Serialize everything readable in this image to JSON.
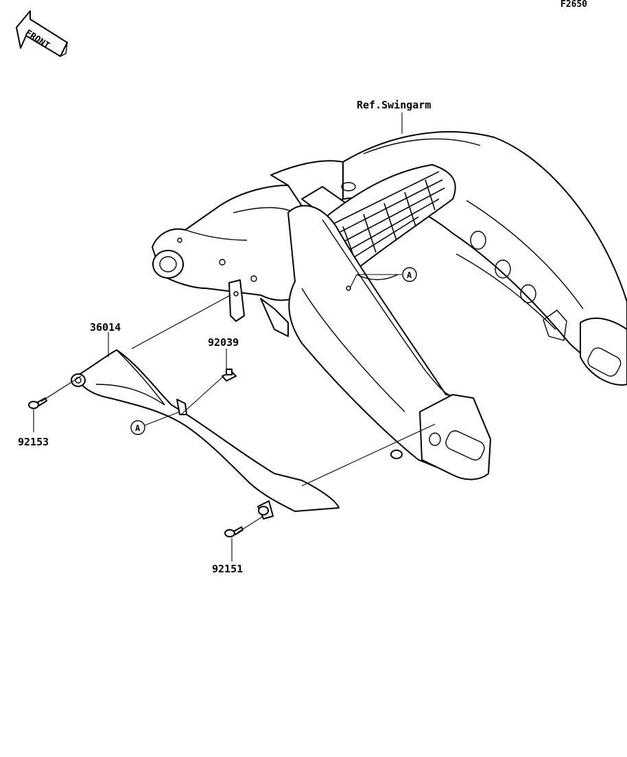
{
  "diagram_code": "F2650",
  "front_arrow": {
    "label": "FRONT"
  },
  "reference": {
    "label": "Ref.Swingarm"
  },
  "parts": [
    {
      "part_number": "36014"
    },
    {
      "part_number": "92039"
    },
    {
      "part_number": "92153"
    },
    {
      "part_number": "92151"
    }
  ],
  "callouts": [
    {
      "letter": "A"
    },
    {
      "letter": "A"
    }
  ],
  "icons": [
    "front-arrow-icon",
    "bolt-icon",
    "callout-circle-icon"
  ]
}
